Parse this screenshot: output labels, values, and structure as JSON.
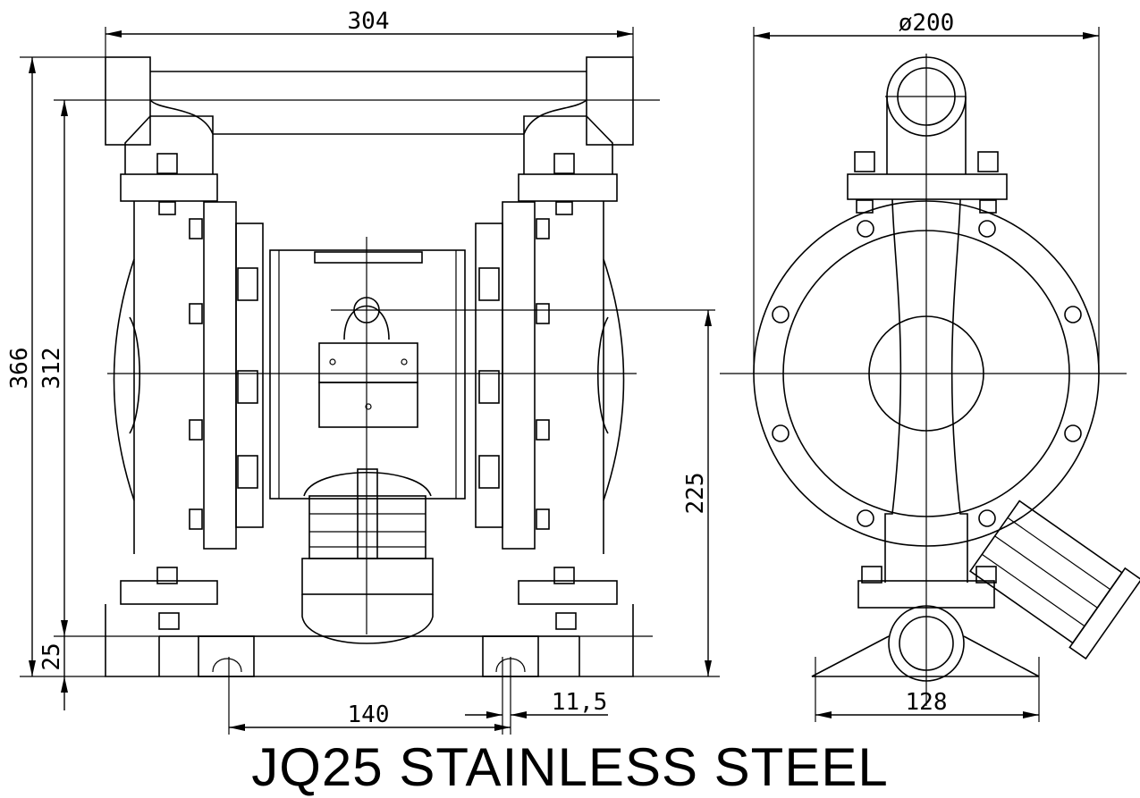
{
  "title": "JQ25 STAINLESS STEEL",
  "dimensions": {
    "overall_width": "304",
    "diameter": "ø200",
    "overall_height": "366",
    "body_height": "312",
    "inlet_height": "225",
    "base_height": "25",
    "mount_spacing": "140",
    "bolt_hole": "11,5",
    "side_base_width": "128"
  }
}
